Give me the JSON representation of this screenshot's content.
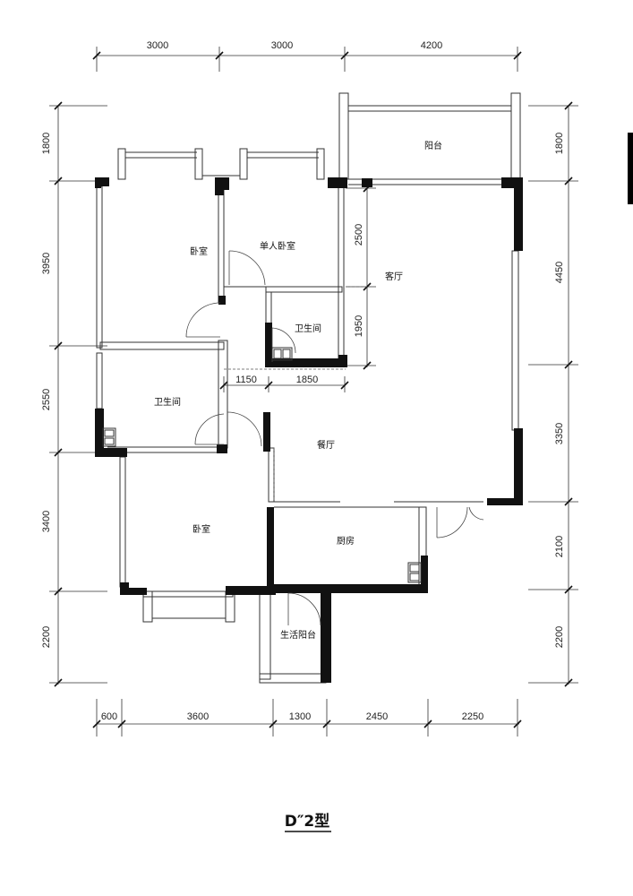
{
  "plan_title": "D″2型",
  "rooms": {
    "bedroom_nw": "卧室",
    "single_bedroom": "单人卧室",
    "bathroom_small": "卫生间",
    "bathroom_west": "卫生间",
    "balcony": "阳台",
    "living_room": "客厅",
    "dining_room": "餐厅",
    "bedroom_sw": "卧室",
    "kitchen": "厨房",
    "utility_balcony": "生活阳台"
  },
  "dims": {
    "top": [
      "3000",
      "3000",
      "4200"
    ],
    "bottom": [
      "600",
      "3600",
      "1300",
      "2450",
      "2250"
    ],
    "left": [
      "1800",
      "3950",
      "2550",
      "3400",
      "2200"
    ],
    "right": [
      "1800",
      "4450",
      "3350",
      "2100",
      "2200"
    ],
    "inner_h": [
      "1150",
      "1850"
    ],
    "inner_v": [
      "2500",
      "1950"
    ]
  }
}
